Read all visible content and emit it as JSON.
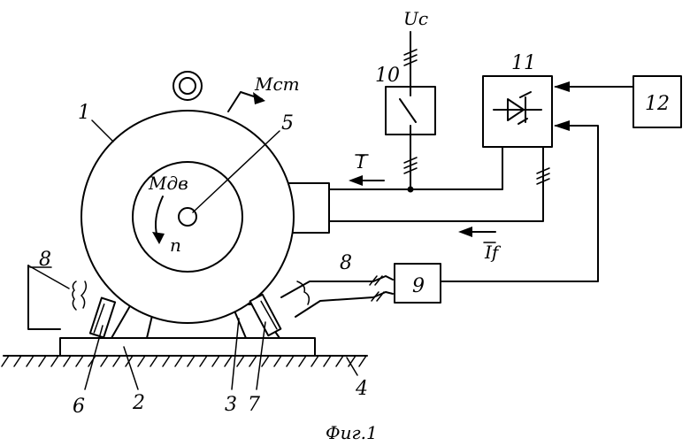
{
  "figure": {
    "caption": "Фиг.1",
    "ground_hatching": true
  },
  "labels": {
    "n1": "1",
    "n2": "2",
    "n3": "3",
    "n4": "4",
    "n5": "5",
    "n6": "6",
    "n7": "7",
    "n8a": "8",
    "n8b": "8",
    "n9": "9",
    "n10": "10",
    "n11": "11",
    "n12": "12",
    "supply_voltage": "Uc",
    "load_torque": "Mст",
    "motor_torque": "Mдв",
    "speed": "n",
    "current": "I",
    "fault_current": "If"
  },
  "components": {
    "switch_box": "10",
    "thyristor_converter": "11",
    "control_unit": "12",
    "sensor_unit": "9"
  }
}
